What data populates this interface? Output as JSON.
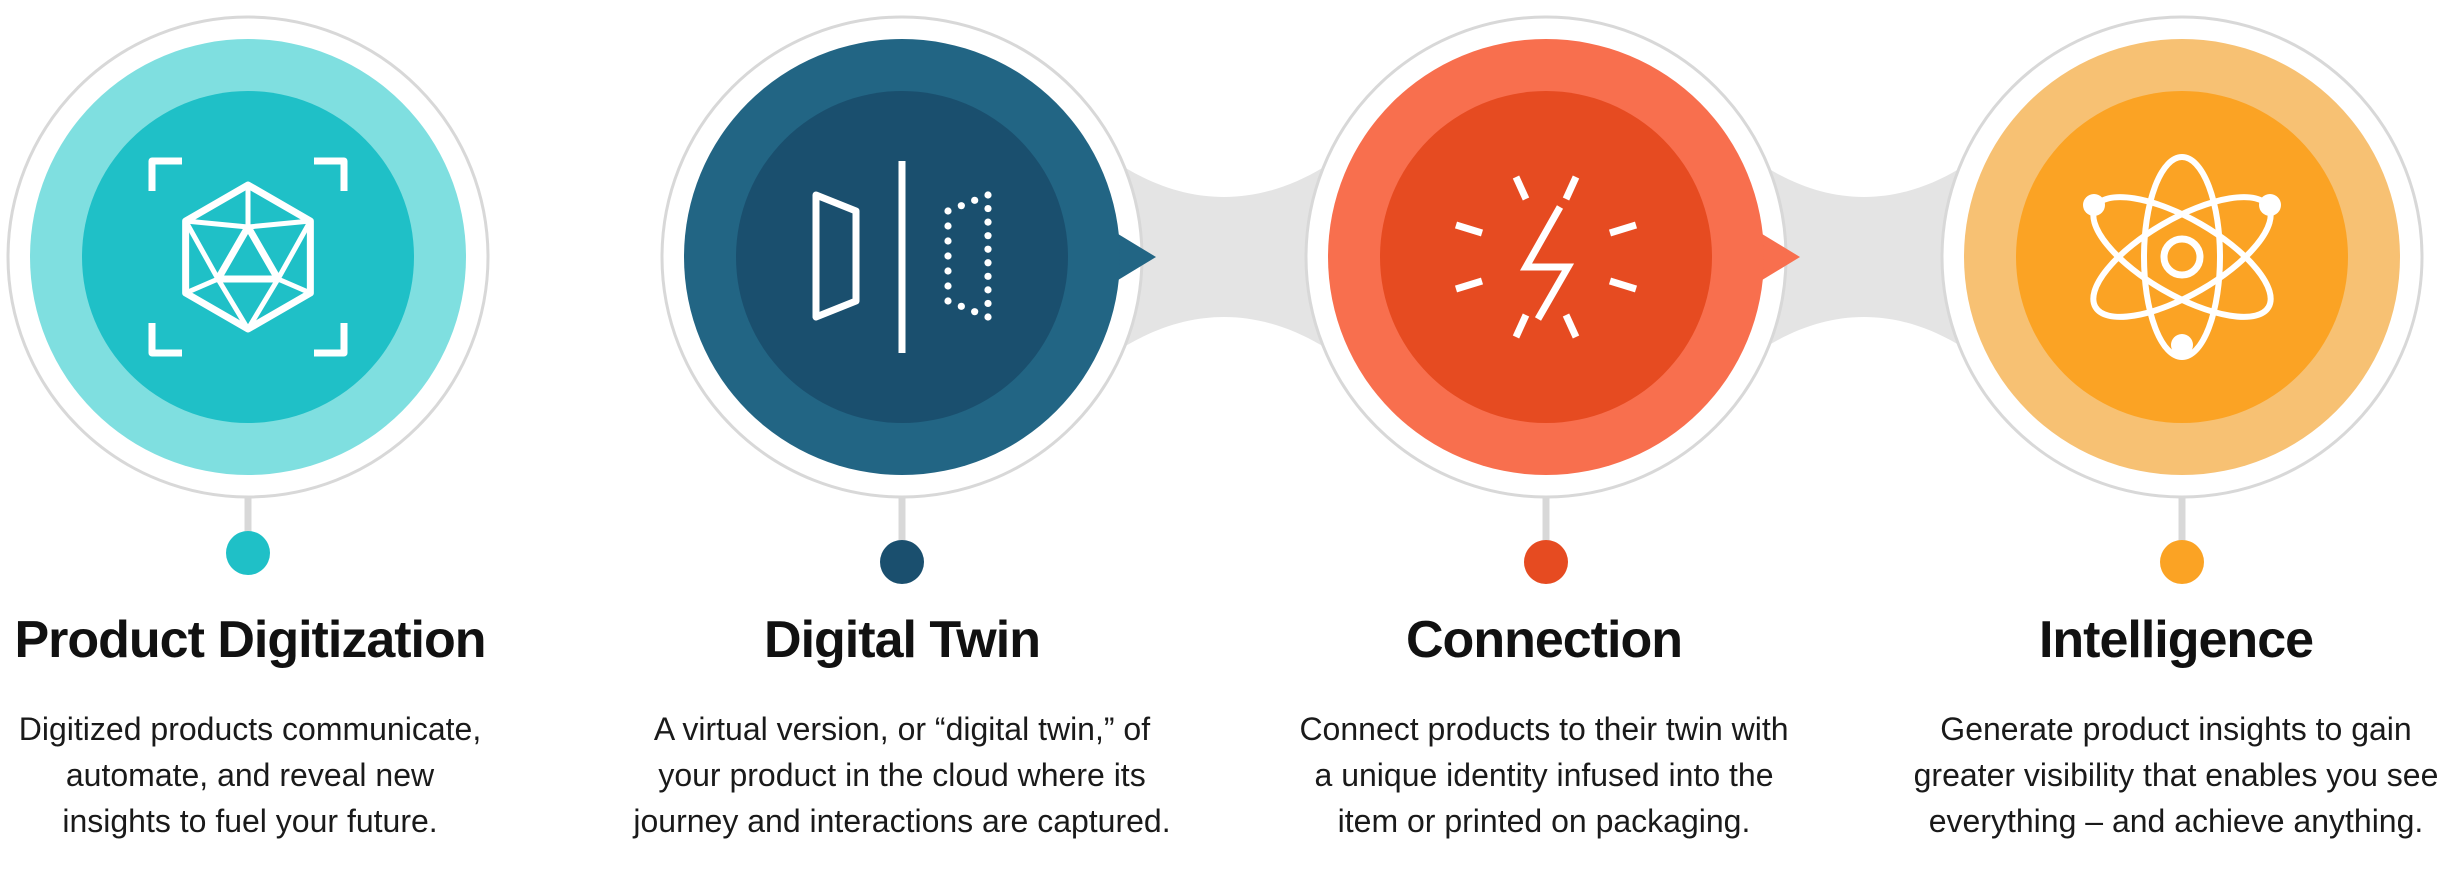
{
  "steps": [
    {
      "id": "digitization",
      "title": "Product Digitization",
      "lines": [
        "Digitized products communicate,",
        "automate, and reveal new",
        "insights to fuel your future."
      ],
      "icon": "icosahedron-scan-icon",
      "colors": {
        "outer": "#7fdfe0",
        "inner": "#1fc0c7",
        "dot": "#1fc0c7"
      }
    },
    {
      "id": "digital-twin",
      "title": "Digital Twin",
      "lines": [
        "A virtual version, or “digital twin,” of",
        "your product in the cloud where its",
        "journey and interactions are captured."
      ],
      "icon": "mirror-twin-icon",
      "colors": {
        "outer": "#226584",
        "inner": "#1a4f6e",
        "dot": "#1a4f6e"
      }
    },
    {
      "id": "connection",
      "title": "Connection",
      "lines": [
        "Connect products to their twin with",
        "a unique identity infused into the",
        "item or printed on packaging."
      ],
      "icon": "lightning-spark-icon",
      "colors": {
        "outer": "#f86f4e",
        "inner": "#e64b21",
        "dot": "#e64b21"
      }
    },
    {
      "id": "intelligence",
      "title": "Intelligence",
      "lines": [
        "Generate product insights to gain",
        "greater visibility that enables you see",
        "everything – and achieve anything."
      ],
      "icon": "atom-icon",
      "colors": {
        "outer": "#f7c173",
        "inner": "#fba324",
        "dot": "#fba324"
      }
    }
  ],
  "colors": {
    "ring": "#d8d8d8",
    "connector": "#e4e4e4",
    "title": "#111111",
    "text": "#1a1a1a",
    "icon_stroke": "#ffffff"
  }
}
